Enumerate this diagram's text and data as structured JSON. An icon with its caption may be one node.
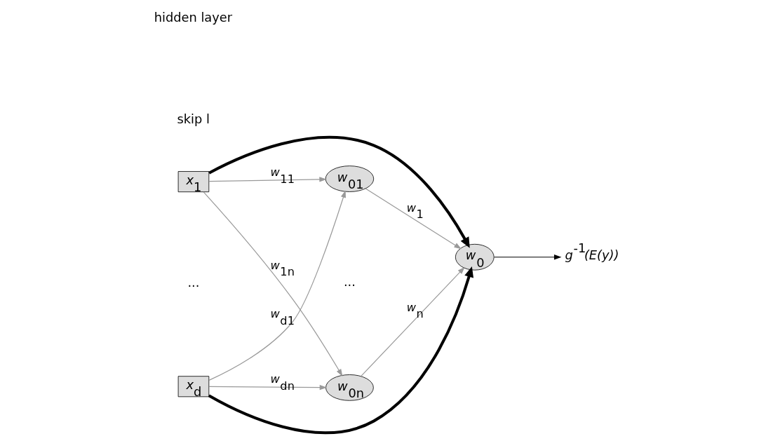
{
  "diagram": {
    "nodes": [
      {
        "text": [
          "x$_{1}$"
        ]
      },
      {
        "text": [
          "x$_{d}$"
        ]
      },
      {
        "text": [
          "w$_{01}$"
        ]
      },
      {
        "text": [
          "w$_{0n}$"
        ]
      },
      {
        "text": [
          "w$_{0}$"
        ]
      },
      {
        "text": [
          "g$^{-1}$(E(y))"
        ]
      }
    ],
    "edges": [
      {
        "from": 0,
        "to": 2,
        "arrow": "to",
        "label": "w$_{11}$"
      },
      {
        "from": 0,
        "to": 3,
        "arrow": "to",
        "label": "w$_{1n}$"
      },
      {
        "from": 0,
        "to": 4,
        "arrow": "to",
        "style": "thick",
        "color": "#000000"
      },
      {
        "from": 1,
        "to": 2,
        "arrow": "to",
        "label": "w$_{d1}$"
      },
      {
        "from": 1,
        "to": 3,
        "arrow": "to",
        "label": "w$_{dn}$"
      },
      {
        "from": 1,
        "to": 4,
        "arrow": "to",
        "style": "thick",
        "color": "#000000"
      },
      {
        "from": 2,
        "to": 4,
        "arrow": "to",
        "label": "w$_{1}$"
      },
      {
        "from": 3,
        "to": 4,
        "arrow": "to",
        "label": "w$_{n}$"
      },
      {
        "from": 4,
        "to": 5,
        "arrow": "to",
        "color": "#000000"
      }
    ],
    "labels": [
      "hidden layer",
      "skip l",
      "...",
      "..."
    ]
  }
}
